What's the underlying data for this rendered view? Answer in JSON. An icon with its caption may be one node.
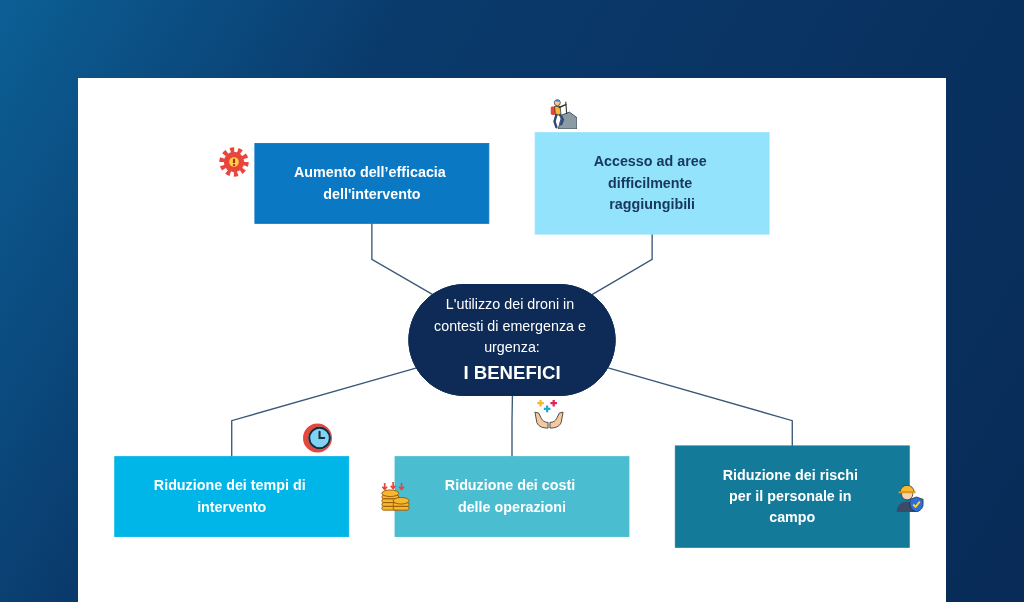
{
  "diagram": {
    "nodes": [
      {
        "text": [
          "Aumento dell’efficacia dell'intervento"
        ]
      },
      {
        "text": [
          "Accesso ad aree difficilmente raggiungibili"
        ]
      },
      {
        "text": [
          "L'utilizzo dei droni in contesti di emergenza e urgenza:",
          "I BENEFICI"
        ]
      },
      {
        "text": [
          "Riduzione dei tempi di intervento"
        ]
      },
      {
        "text": [
          "Riduzione dei costi delle operazioni"
        ]
      },
      {
        "text": [
          "Riduzione dei rischi per il personale in campo"
        ]
      }
    ],
    "edges": [
      {
        "from": 0,
        "to": 2,
        "arrow": "none"
      },
      {
        "from": 1,
        "to": 2,
        "arrow": "none"
      },
      {
        "from": 2,
        "to": 3,
        "arrow": "none"
      },
      {
        "from": 2,
        "to": 4,
        "arrow": "none"
      },
      {
        "from": 2,
        "to": 5,
        "arrow": "none"
      }
    ]
  }
}
